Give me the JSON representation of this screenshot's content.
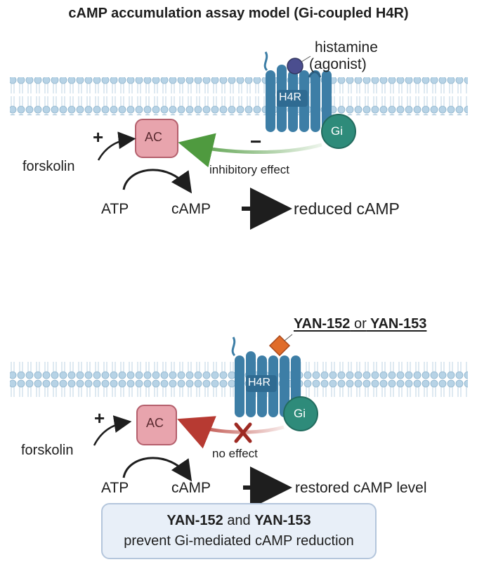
{
  "title": "cAMP accumulation assay model (Gi-coupled H4R)",
  "panel1": {
    "agonist_line1": "histamine",
    "agonist_line2": "(agonist)",
    "receptor": "H4R",
    "g_protein": "Gi",
    "enzyme": "AC",
    "plus": "+",
    "minus": "−",
    "activator": "forskolin",
    "effect": "inhibitory effect",
    "substrate": "ATP",
    "product": "cAMP",
    "outcome": "reduced cAMP"
  },
  "panel2": {
    "ligand_a": "YAN-152",
    "ligand_or": "or",
    "ligand_b": "YAN-153",
    "receptor": "H4R",
    "g_protein": "Gi",
    "enzyme": "AC",
    "plus": "+",
    "activator": "forskolin",
    "effect": "no effect",
    "substrate": "ATP",
    "product": "cAMP",
    "outcome": "restored cAMP level"
  },
  "summary": {
    "ligand_a": "YAN-152",
    "and": "and",
    "ligand_b": "YAN-153",
    "line2": "prevent Gi-mediated cAMP reduction"
  },
  "colors": {
    "membrane": "#a9c8dc",
    "receptor": "#3d7ea6",
    "g_protein": "#2e8b7a",
    "enzyme_fill": "#e8a4ad",
    "enzyme_stroke": "#b45f6c",
    "inhibit_arrow": "#4f9a3f",
    "blocked_arrow": "#b73a32",
    "agonist": "#4b4e8f",
    "antagonist": "#e06c2a"
  }
}
